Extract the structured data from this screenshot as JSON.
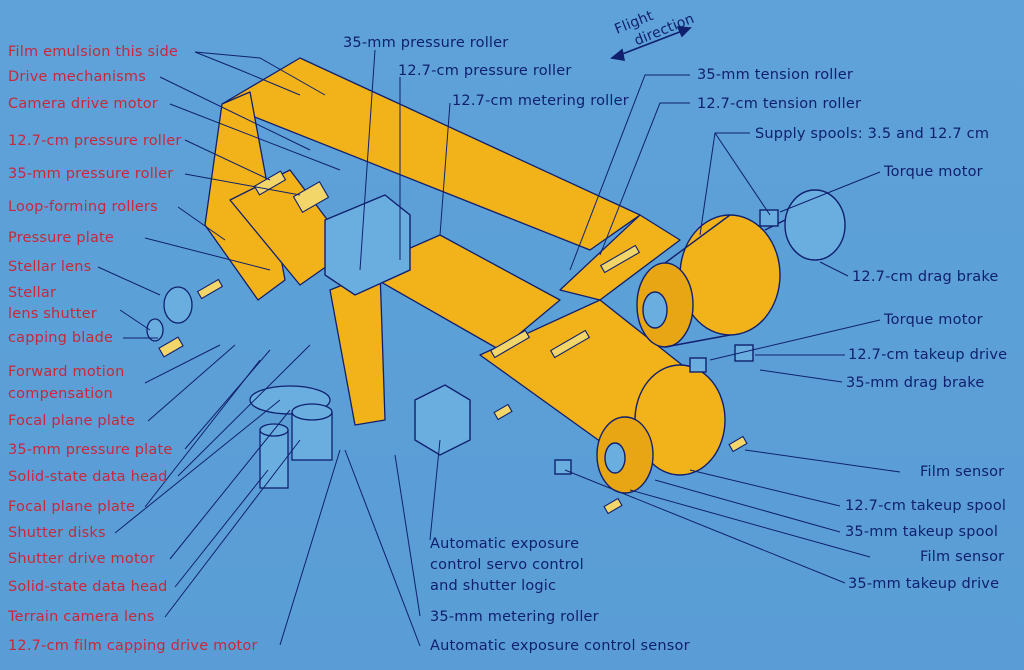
{
  "colors": {
    "background": "#5b9fd8",
    "film": "#f2b21a",
    "line": "#10206e",
    "red_label": "#c8283a"
  },
  "flight_direction": {
    "line1": "Flight",
    "line2": "direction"
  },
  "left_labels": [
    "Film emulsion this side",
    "Drive mechanisms",
    "Camera drive motor",
    "12.7-cm pressure roller",
    "35-mm pressure roller",
    "Loop-forming rollers",
    "Pressure plate",
    "Stellar lens",
    "Stellar",
    "lens shutter",
    "capping blade",
    "Forward motion",
    "compensation",
    "Focal plane plate",
    "35-mm pressure plate",
    "Solid-state data head",
    "Focal plane plate",
    "Shutter disks",
    "Shutter drive motor",
    "Solid-state data head",
    "Terrain camera lens",
    "12.7-cm film capping drive motor"
  ],
  "top_labels": [
    "35-mm pressure roller",
    "12.7-cm pressure roller",
    "12.7-cm metering roller"
  ],
  "right_labels": [
    "35-mm tension roller",
    "12.7-cm tension roller",
    "Supply spools: 3.5 and 12.7 cm",
    "Torque motor",
    "12.7-cm drag brake",
    "Torque motor",
    "12.7-cm takeup drive",
    "35-mm drag brake",
    "Film sensor",
    "12.7-cm takeup spool",
    "35-mm takeup spool",
    "Film sensor",
    "35-mm takeup drive"
  ],
  "center_labels": {
    "exposure": [
      "Automatic exposure",
      "control servo control",
      "and shutter logic"
    ],
    "metering": "35-mm metering roller",
    "sensor": "Automatic exposure control sensor"
  }
}
